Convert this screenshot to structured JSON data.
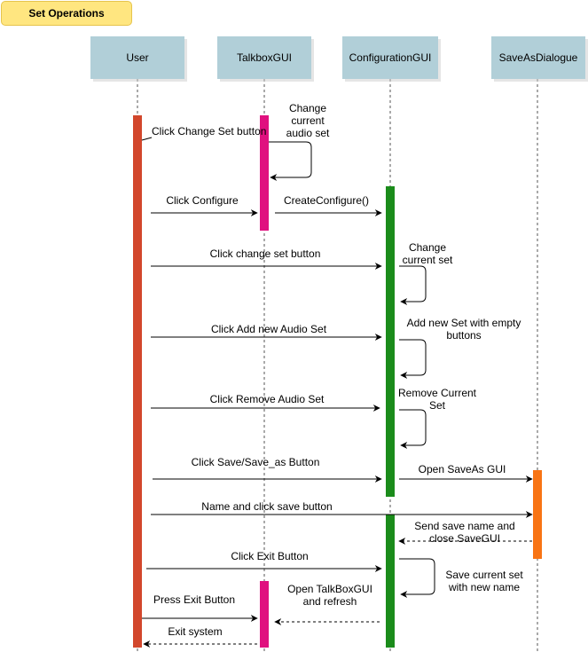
{
  "title": "Set Operations",
  "colors": {
    "title_bg": "#ffe680",
    "title_border": "#e6c44d",
    "actor_bg": "#b1cfd8",
    "user_bar": "#d2472c",
    "talkbox_bar": "#e0117f",
    "config_bar": "#1b8c1b",
    "saveas_bar": "#f87414",
    "line": "#000000"
  },
  "actors": [
    {
      "id": "user",
      "label": "User"
    },
    {
      "id": "talkbox",
      "label": "TalkboxGUI"
    },
    {
      "id": "config",
      "label": "ConfigurationGUI"
    },
    {
      "id": "saveas",
      "label": "SaveAsDialogue"
    }
  ],
  "messages": [
    {
      "id": "m1",
      "label": "Click Change Set button",
      "from": "user",
      "to": "talkbox",
      "style": "solid"
    },
    {
      "id": "m2",
      "label": "Change\ncurrent\naudio set",
      "from": "talkbox",
      "to": "talkbox",
      "style": "self"
    },
    {
      "id": "m3",
      "label": "Click Configure",
      "from": "user",
      "to": "talkbox",
      "style": "solid"
    },
    {
      "id": "m4",
      "label": "CreateConfigure()",
      "from": "talkbox",
      "to": "config",
      "style": "solid"
    },
    {
      "id": "m5",
      "label": "Click change set button",
      "from": "user",
      "to": "config",
      "style": "solid"
    },
    {
      "id": "m6",
      "label": "Change\ncurrent set",
      "from": "config",
      "to": "config",
      "style": "self"
    },
    {
      "id": "m7",
      "label": "Click Add new Audio Set",
      "from": "user",
      "to": "config",
      "style": "solid"
    },
    {
      "id": "m8",
      "label": "Add new Set with empty\nbuttons",
      "from": "config",
      "to": "config",
      "style": "self"
    },
    {
      "id": "m9",
      "label": "Click Remove Audio Set",
      "from": "user",
      "to": "config",
      "style": "solid"
    },
    {
      "id": "m10",
      "label": "Remove Current\nSet",
      "from": "config",
      "to": "config",
      "style": "self"
    },
    {
      "id": "m11",
      "label": "Click Save/Save_as Button",
      "from": "user",
      "to": "config",
      "style": "solid"
    },
    {
      "id": "m12",
      "label": "Open SaveAs GUI",
      "from": "config",
      "to": "saveas",
      "style": "solid"
    },
    {
      "id": "m13",
      "label": "Name and click save button",
      "from": "user",
      "to": "saveas",
      "style": "solid"
    },
    {
      "id": "m14",
      "label": "Send save name and\nclose SaveGUI",
      "from": "saveas",
      "to": "config",
      "style": "dashed"
    },
    {
      "id": "m15",
      "label": "Click Exit Button",
      "from": "user",
      "to": "config",
      "style": "solid"
    },
    {
      "id": "m16",
      "label": "Save current set\nwith new name",
      "from": "config",
      "to": "config",
      "style": "self"
    },
    {
      "id": "m17",
      "label": "Open TalkBoxGUI\nand refresh",
      "from": "config",
      "to": "talkbox",
      "style": "dashed"
    },
    {
      "id": "m18",
      "label": "Press Exit Button",
      "from": "user",
      "to": "talkbox",
      "style": "solid"
    },
    {
      "id": "m19",
      "label": "Exit system",
      "from": "talkbox",
      "to": "user",
      "style": "dashed"
    }
  ]
}
